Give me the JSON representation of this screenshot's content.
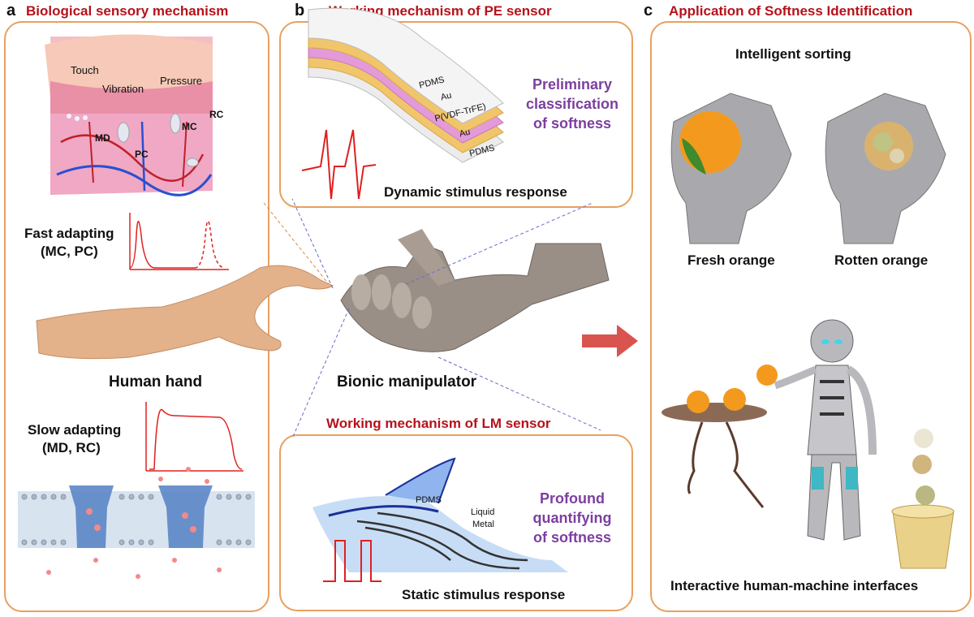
{
  "panel_a": {
    "letter": "a",
    "title": "Biological sensory mechanism",
    "skin_labels": {
      "touch": "Touch",
      "vibration": "Vibration",
      "pressure": "Pressure",
      "md": "MD",
      "pc": "PC",
      "mc": "MC",
      "rc": "RC"
    },
    "fast_adapting": [
      "Fast adapting",
      "(MC, PC)"
    ],
    "slow_adapting": [
      "Slow adapting",
      "(MD, RC)"
    ],
    "human_hand": "Human hand"
  },
  "panel_b": {
    "letter": "b",
    "pe_title": "Working mechanism of PE sensor",
    "pe_layers": [
      "PDMS",
      "Au",
      "P(VDF-TrFE)",
      "Au",
      "PDMS"
    ],
    "pe_purpose": [
      "Preliminary",
      "classification",
      "of softness"
    ],
    "pe_response": "Dynamic stimulus response",
    "manipulator": "Bionic manipulator",
    "lm_title": "Working mechanism of LM sensor",
    "lm_labels": {
      "pdms": "PDMS",
      "liquid": "Liquid",
      "metal": "Metal"
    },
    "lm_purpose": [
      "Profound",
      "quantifying",
      "of softness"
    ],
    "lm_response": "Static stimulus response"
  },
  "panel_c": {
    "letter": "c",
    "title": "Application of Softness Identification",
    "sorting": "Intelligent sorting",
    "fresh": "Fresh orange",
    "rotten": "Rotten orange",
    "hmi": "Interactive human-machine interfaces"
  },
  "colors": {
    "title_red": "#b5121b",
    "frame_orange": "#e8a060",
    "purple": "#7b3fa0",
    "signal_red": "#e02020",
    "arrow": "#d9534f"
  }
}
